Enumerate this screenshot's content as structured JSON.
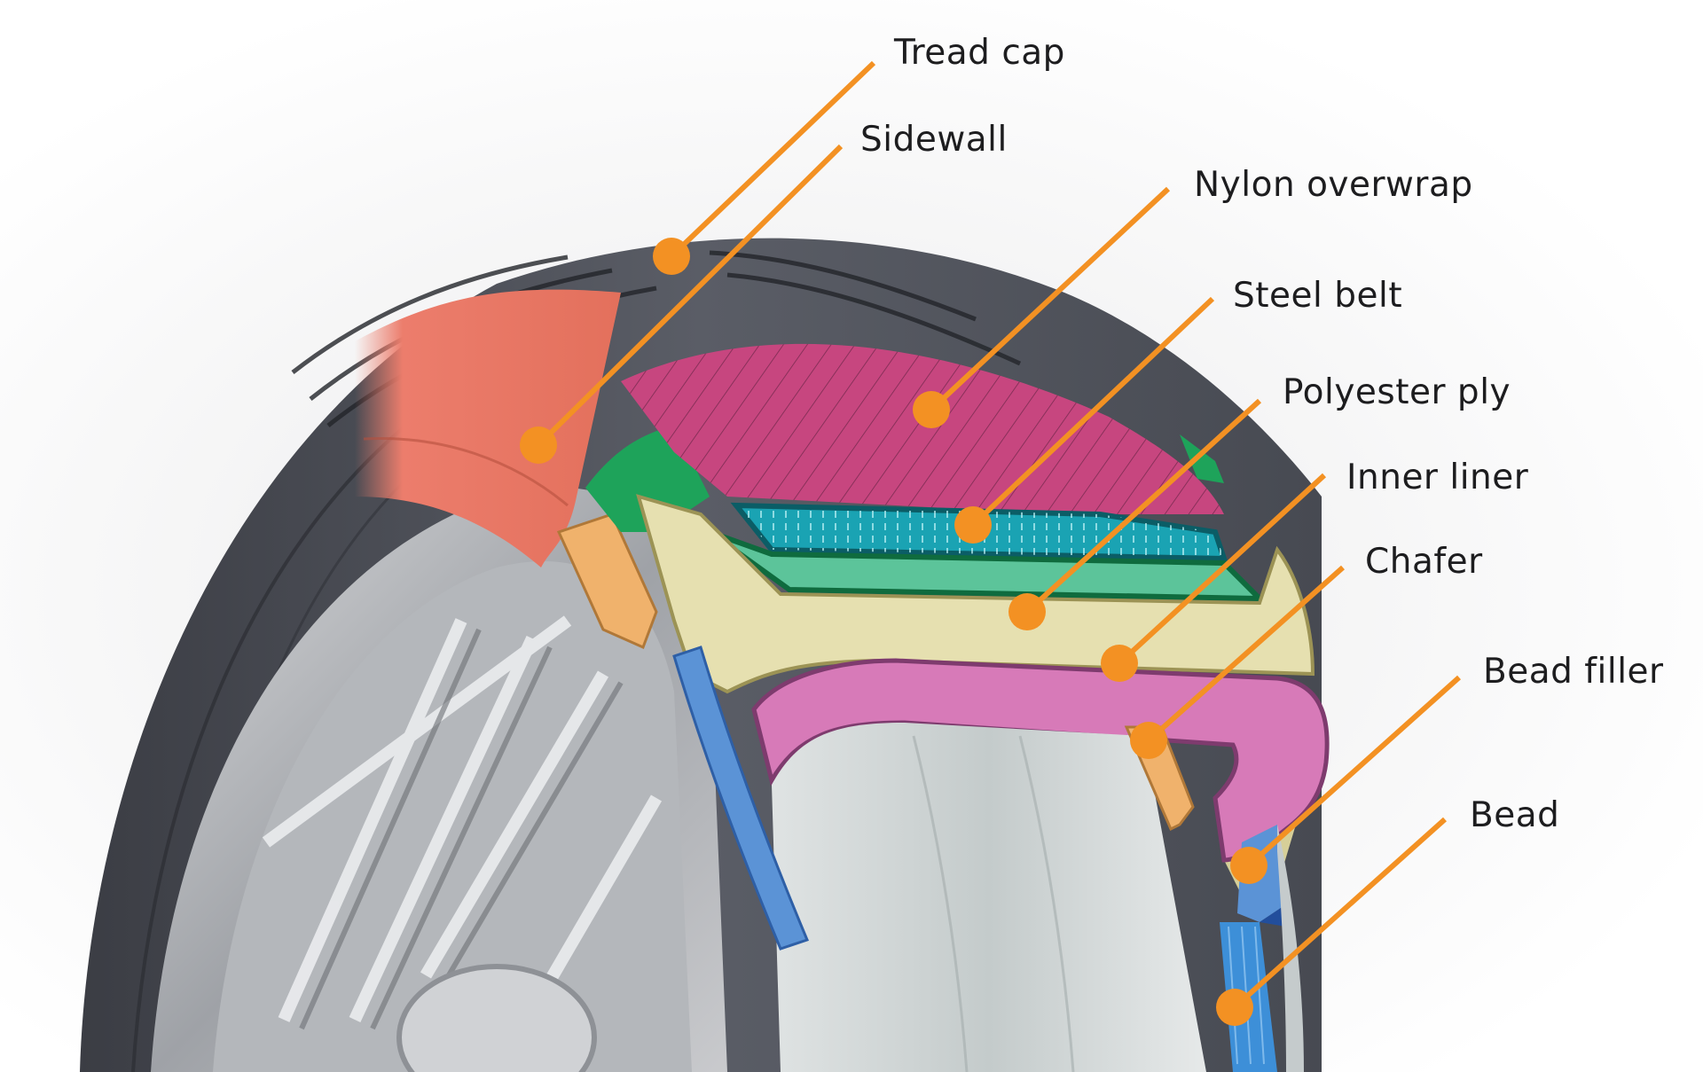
{
  "figure": {
    "subject": "tire",
    "accent_color": "#F39123",
    "layer_colors": {
      "tread": "#4a4d55",
      "sidewall": "#ec7d6c",
      "nylon_overwrap": "#c7467f",
      "steel_belt": "#1aa3b3",
      "steel_belt_lower": "#5cc49a",
      "polyester_ply": "#e6e0b0",
      "inner_liner": "#d77ab8",
      "chafer": "#f0b26c",
      "bead_filler": "#5b93d6",
      "bead": "#3d8fd8",
      "green_edge": "#1ea35a"
    }
  },
  "labels": [
    {
      "id": "tread-cap",
      "text": "Tread cap"
    },
    {
      "id": "sidewall",
      "text": "Sidewall"
    },
    {
      "id": "nylon-overwrap",
      "text": "Nylon overwrap"
    },
    {
      "id": "steel-belt",
      "text": "Steel belt"
    },
    {
      "id": "polyester-ply",
      "text": "Polyester ply"
    },
    {
      "id": "inner-liner",
      "text": "Inner liner"
    },
    {
      "id": "chafer",
      "text": "Chafer"
    },
    {
      "id": "bead-filler",
      "text": "Bead filler"
    },
    {
      "id": "bead",
      "text": "Bead"
    }
  ]
}
